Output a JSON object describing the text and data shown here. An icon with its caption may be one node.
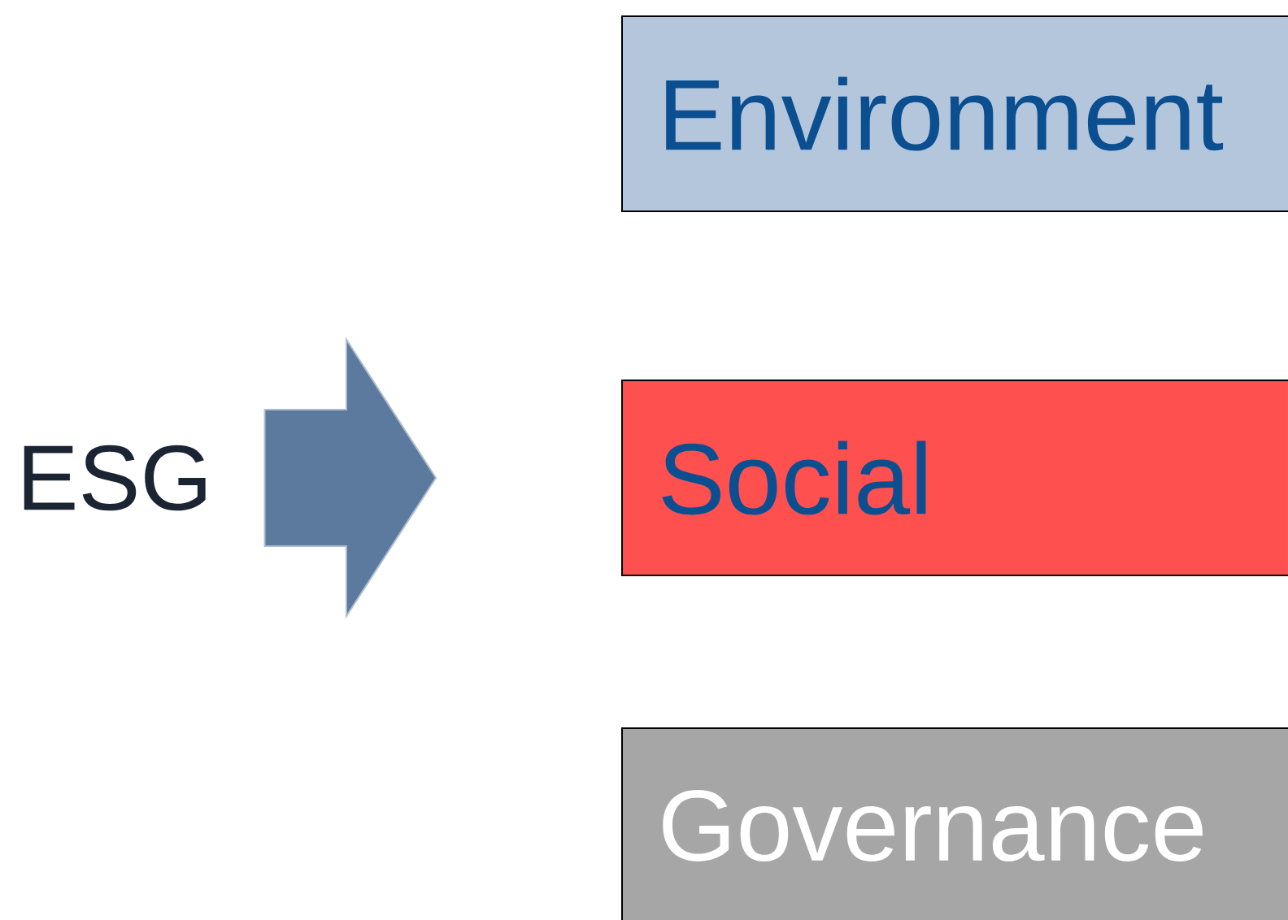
{
  "diagram": {
    "nodes": [
      {
        "text": [
          "ESG"
        ]
      },
      {
        "text": [
          "Environment"
        ]
      },
      {
        "text": [
          "Social"
        ]
      },
      {
        "text": [
          "Governance"
        ]
      }
    ],
    "edges": [
      {
        "from": 0,
        "to": 2,
        "arrow": "to",
        "style": "thick"
      }
    ]
  }
}
